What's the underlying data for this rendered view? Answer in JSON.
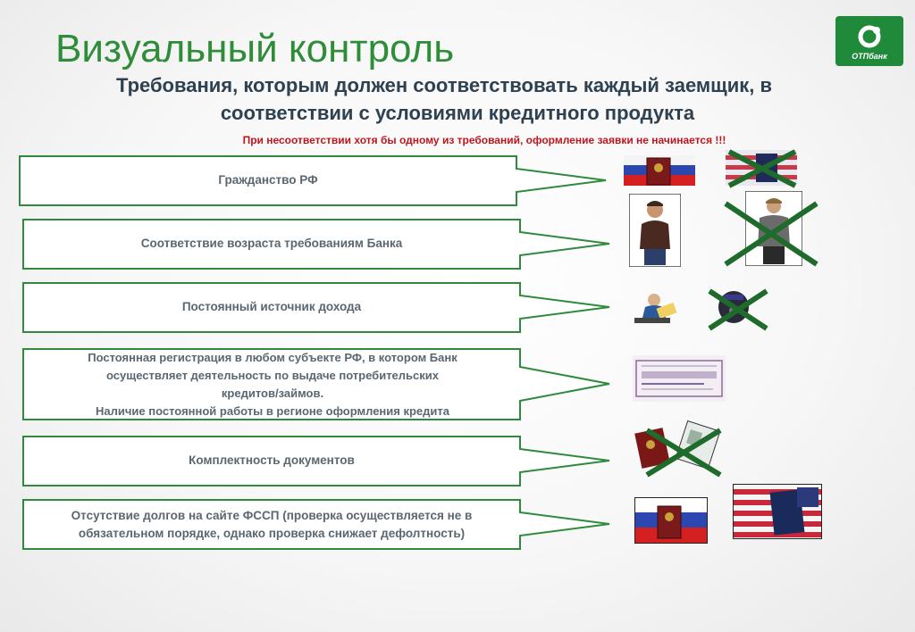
{
  "title": "Визуальный контроль",
  "subtitle": {
    "line1": "Требования, которым должен соответствовать каждый заемщик, в",
    "line2": "соответствии с условиями кредитного продукта"
  },
  "warning": "При несоответствии хотя бы одному из  требований, оформление заявки не начинается !!!",
  "logo": {
    "text": "ОТПбанк",
    "color": "#1f8a3a"
  },
  "colors": {
    "title": "#2f8d3a",
    "box_border": "#2e8b3e",
    "cross": "#1e6b2c",
    "warning": "#c0141d"
  },
  "requirements": [
    {
      "lines": [
        "Гражданство РФ"
      ]
    },
    {
      "lines": [
        "Соответствие возраста требованиям Банка"
      ]
    },
    {
      "lines": [
        "Постоянный источник дохода"
      ]
    },
    {
      "lines": [
        "Постоянная регистрация в любом субъекте РФ, в котором Банк",
        "осуществляет деятельность по выдаче потребительских",
        "кредитов/займов.",
        "Наличие постоянной работы в регионе оформления кредита"
      ]
    },
    {
      "lines": [
        "Комплектность документов"
      ]
    },
    {
      "lines": [
        "Отсутствие долгов на сайте ФССП (проверка осуществляется не в",
        "обязательном порядке, однако проверка снижает дефолтность)"
      ]
    }
  ]
}
